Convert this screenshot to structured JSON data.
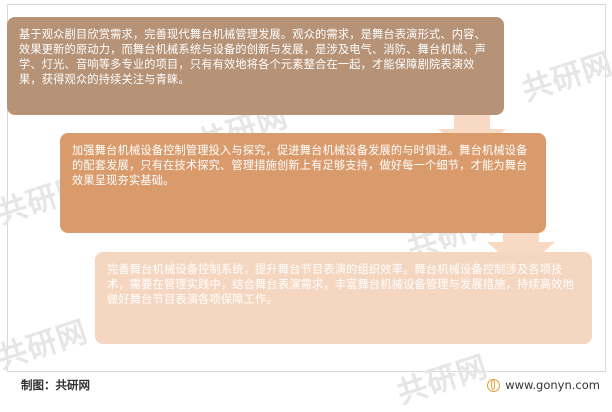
{
  "boxes": [
    {
      "text": "基于观众剧目欣赏需求，完善现代舞台机械管理发展。观众的需求，是舞台表演形式、内容、效果更新的原动力，而舞台机械系统与设备的创新与发展，是涉及电气、消防、舞台机械、声学、灯光、音响等多专业的项目，只有有效地将各个元素整合在一起，才能保障剧院表演效果，获得观众的持续关注与青睐。"
    },
    {
      "text": "加强舞台机械设备控制管理投入与探究，促进舞台机械设备发展的与时俱进。舞台机械设备的配套发展，只有在技术探究、管理措施创新上有足够支持，做好每一个细节，才能为舞台效果呈现夯实基础。"
    },
    {
      "text": "完善舞台机械设备控制系统，提升舞台节目表演的组织效率。舞台机械设备控制涉及各项技术，需要在管理实践中，结合舞台表演需求，丰富舞台机械设备管理与发展措施，持续高效地做好舞台节目表演各项保障工作。"
    }
  ],
  "watermark": "共研网",
  "footer": {
    "source": "制图：共研网",
    "website": "www.gonyn.com"
  },
  "colors": {
    "box1": "#b69276",
    "box2": "#d99b6c",
    "box3": "#f5d6c0",
    "arrow": "#f8d9c3"
  }
}
